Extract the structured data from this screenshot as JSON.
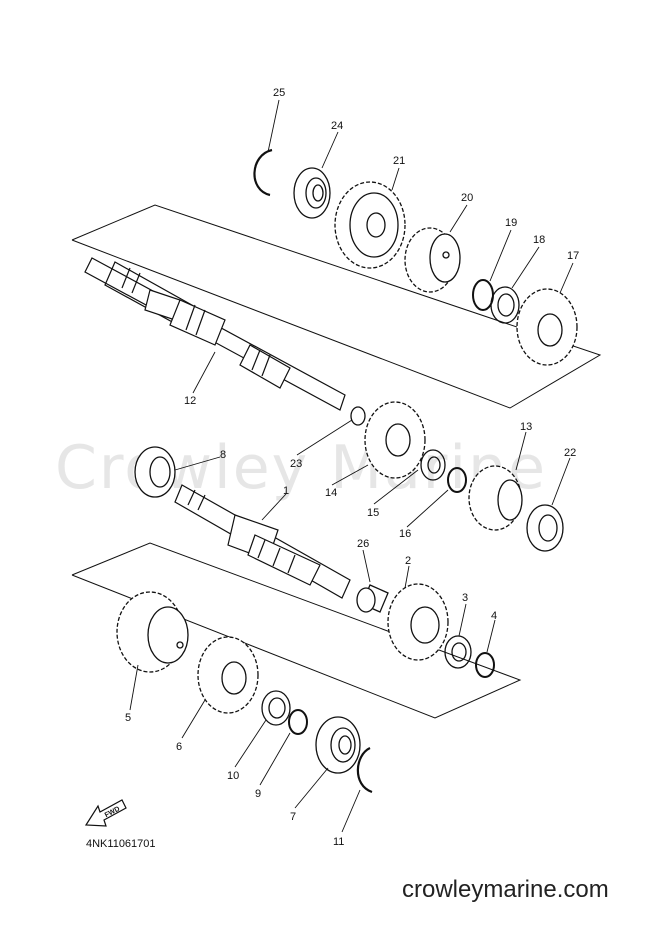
{
  "watermark": "Crowley Marine",
  "diagram_code": "4NK11061701",
  "site_text": "crowleymarine.com",
  "fwd_label": "FWD",
  "callouts": [
    "25",
    "24",
    "21",
    "20",
    "19",
    "18",
    "17",
    "12",
    "23",
    "8",
    "14",
    "15",
    "16",
    "13",
    "22",
    "1",
    "26",
    "2",
    "3",
    "4",
    "5",
    "6",
    "10",
    "9",
    "7",
    "11"
  ]
}
